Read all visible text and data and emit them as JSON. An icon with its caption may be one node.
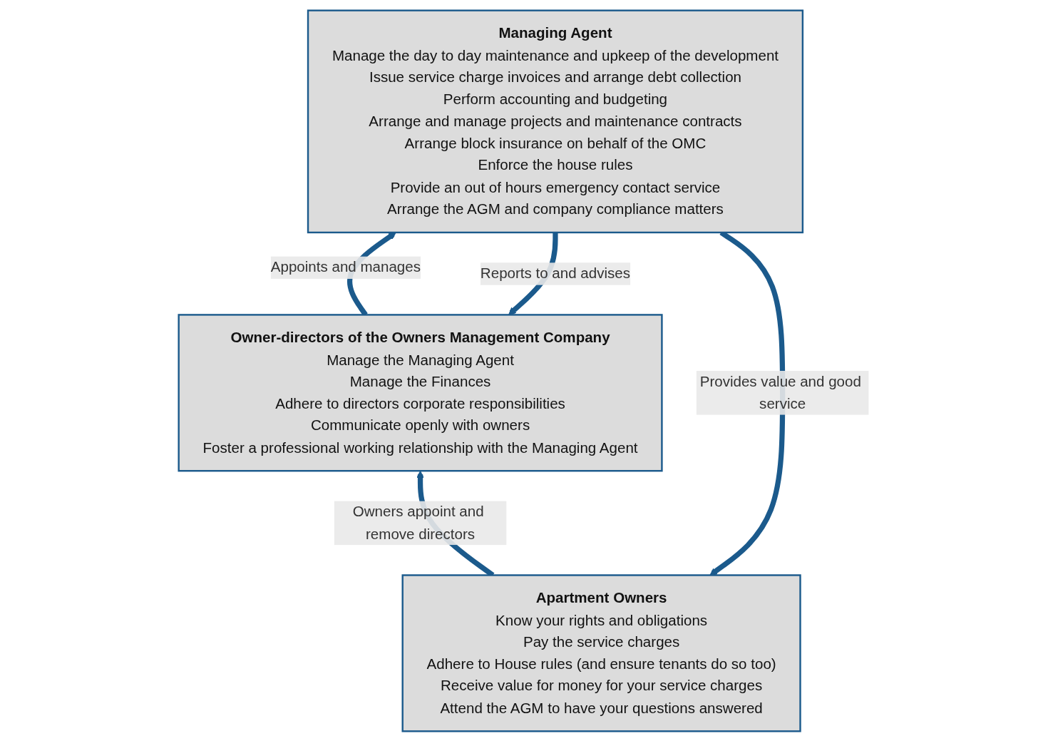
{
  "diagram": {
    "nodes": [
      {
        "text": [
          "Apartment Owners",
          "Know your rights and obligations",
          "Pay the service charges",
          "Adhere to House rules (and ensure tenants do so too)",
          "Receive value for money for your service charges",
          "Attend the AGM to have your questions answered"
        ]
      },
      {
        "text": [
          "Owner-directors of the Owners Management Company",
          "Manage the Managing Agent",
          "Manage the Finances",
          "Adhere to directors corporate responsibilities",
          "Communicate openly with owners",
          "Foster a professional working relationship with the Managing Agent"
        ]
      },
      {
        "text": [
          "Managing Agent",
          "Manage the day to day maintenance and upkeep of the development",
          "Issue service charge invoices and arrange debt collection",
          "Perform accounting and budgeting",
          "Arrange and manage projects and maintenance contracts",
          "Arrange block insurance on behalf of the OMC",
          "Enforce the house rules",
          "Provide an out of hours emergency contact service",
          "Arrange the AGM and company compliance matters"
        ]
      }
    ],
    "edges": [
      {
        "from": 0,
        "to": 1,
        "arrow": "to",
        "label": "Owners appoint and remove directors"
      },
      {
        "from": 2,
        "to": 0,
        "arrow": "to",
        "label": "Provides value and good service"
      },
      {
        "from": 2,
        "to": 1,
        "arrow": "to",
        "label": "Reports to and advises"
      },
      {
        "from": 1,
        "to": 2,
        "arrow": "to",
        "label": "Appoints and manages"
      }
    ]
  }
}
